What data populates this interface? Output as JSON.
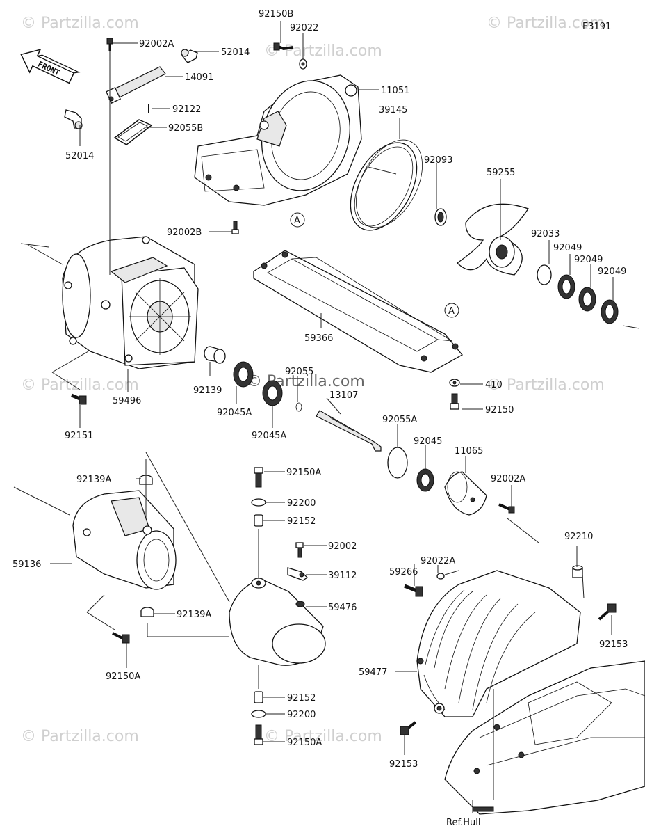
{
  "diagram": {
    "code": "E3191",
    "front_label": "FRONT",
    "ref_label": "Ref.Hull",
    "watermark": "© Partzilla.com",
    "callouts": [
      {
        "id": "92150B",
        "text": "92150B"
      },
      {
        "id": "92022",
        "text": "92022"
      },
      {
        "id": "92002A_top",
        "text": "92002A"
      },
      {
        "id": "52014_top",
        "text": "52014"
      },
      {
        "id": "14091",
        "text": "14091"
      },
      {
        "id": "11051",
        "text": "11051"
      },
      {
        "id": "39145",
        "text": "39145"
      },
      {
        "id": "92122",
        "text": "92122"
      },
      {
        "id": "92055B",
        "text": "92055B"
      },
      {
        "id": "52014_left",
        "text": "52014"
      },
      {
        "id": "92093",
        "text": "92093"
      },
      {
        "id": "59255",
        "text": "59255"
      },
      {
        "id": "92002B",
        "text": "92002B"
      },
      {
        "id": "92033",
        "text": "92033"
      },
      {
        "id": "92049_a",
        "text": "92049"
      },
      {
        "id": "92049_b",
        "text": "92049"
      },
      {
        "id": "92049_c",
        "text": "92049"
      },
      {
        "id": "59366",
        "text": "59366"
      },
      {
        "id": "92055",
        "text": "92055"
      },
      {
        "id": "410",
        "text": "410"
      },
      {
        "id": "92139",
        "text": "92139"
      },
      {
        "id": "59496",
        "text": "59496"
      },
      {
        "id": "92045A_a",
        "text": "92045A"
      },
      {
        "id": "13107",
        "text": "13107"
      },
      {
        "id": "92150_r",
        "text": "92150"
      },
      {
        "id": "92151",
        "text": "92151"
      },
      {
        "id": "92045A_b",
        "text": "92045A"
      },
      {
        "id": "92055A",
        "text": "92055A"
      },
      {
        "id": "92045",
        "text": "92045"
      },
      {
        "id": "11065",
        "text": "11065"
      },
      {
        "id": "92139A_top",
        "text": "92139A"
      },
      {
        "id": "92150A_top",
        "text": "92150A"
      },
      {
        "id": "92002A_r",
        "text": "92002A"
      },
      {
        "id": "92200_top",
        "text": "92200"
      },
      {
        "id": "92152_top",
        "text": "92152"
      },
      {
        "id": "92002",
        "text": "92002"
      },
      {
        "id": "92210",
        "text": "92210"
      },
      {
        "id": "92022A",
        "text": "92022A"
      },
      {
        "id": "59136",
        "text": "59136"
      },
      {
        "id": "39112",
        "text": "39112"
      },
      {
        "id": "59266",
        "text": "59266"
      },
      {
        "id": "59476",
        "text": "59476"
      },
      {
        "id": "92139A_bot",
        "text": "92139A"
      },
      {
        "id": "92153_r",
        "text": "92153"
      },
      {
        "id": "59477",
        "text": "59477"
      },
      {
        "id": "92150A_left",
        "text": "92150A"
      },
      {
        "id": "92152_bot",
        "text": "92152"
      },
      {
        "id": "92200_bot",
        "text": "92200"
      },
      {
        "id": "92150A_bot",
        "text": "92150A"
      },
      {
        "id": "92153_l",
        "text": "92153"
      }
    ],
    "ref_markers": [
      "A",
      "A"
    ]
  }
}
